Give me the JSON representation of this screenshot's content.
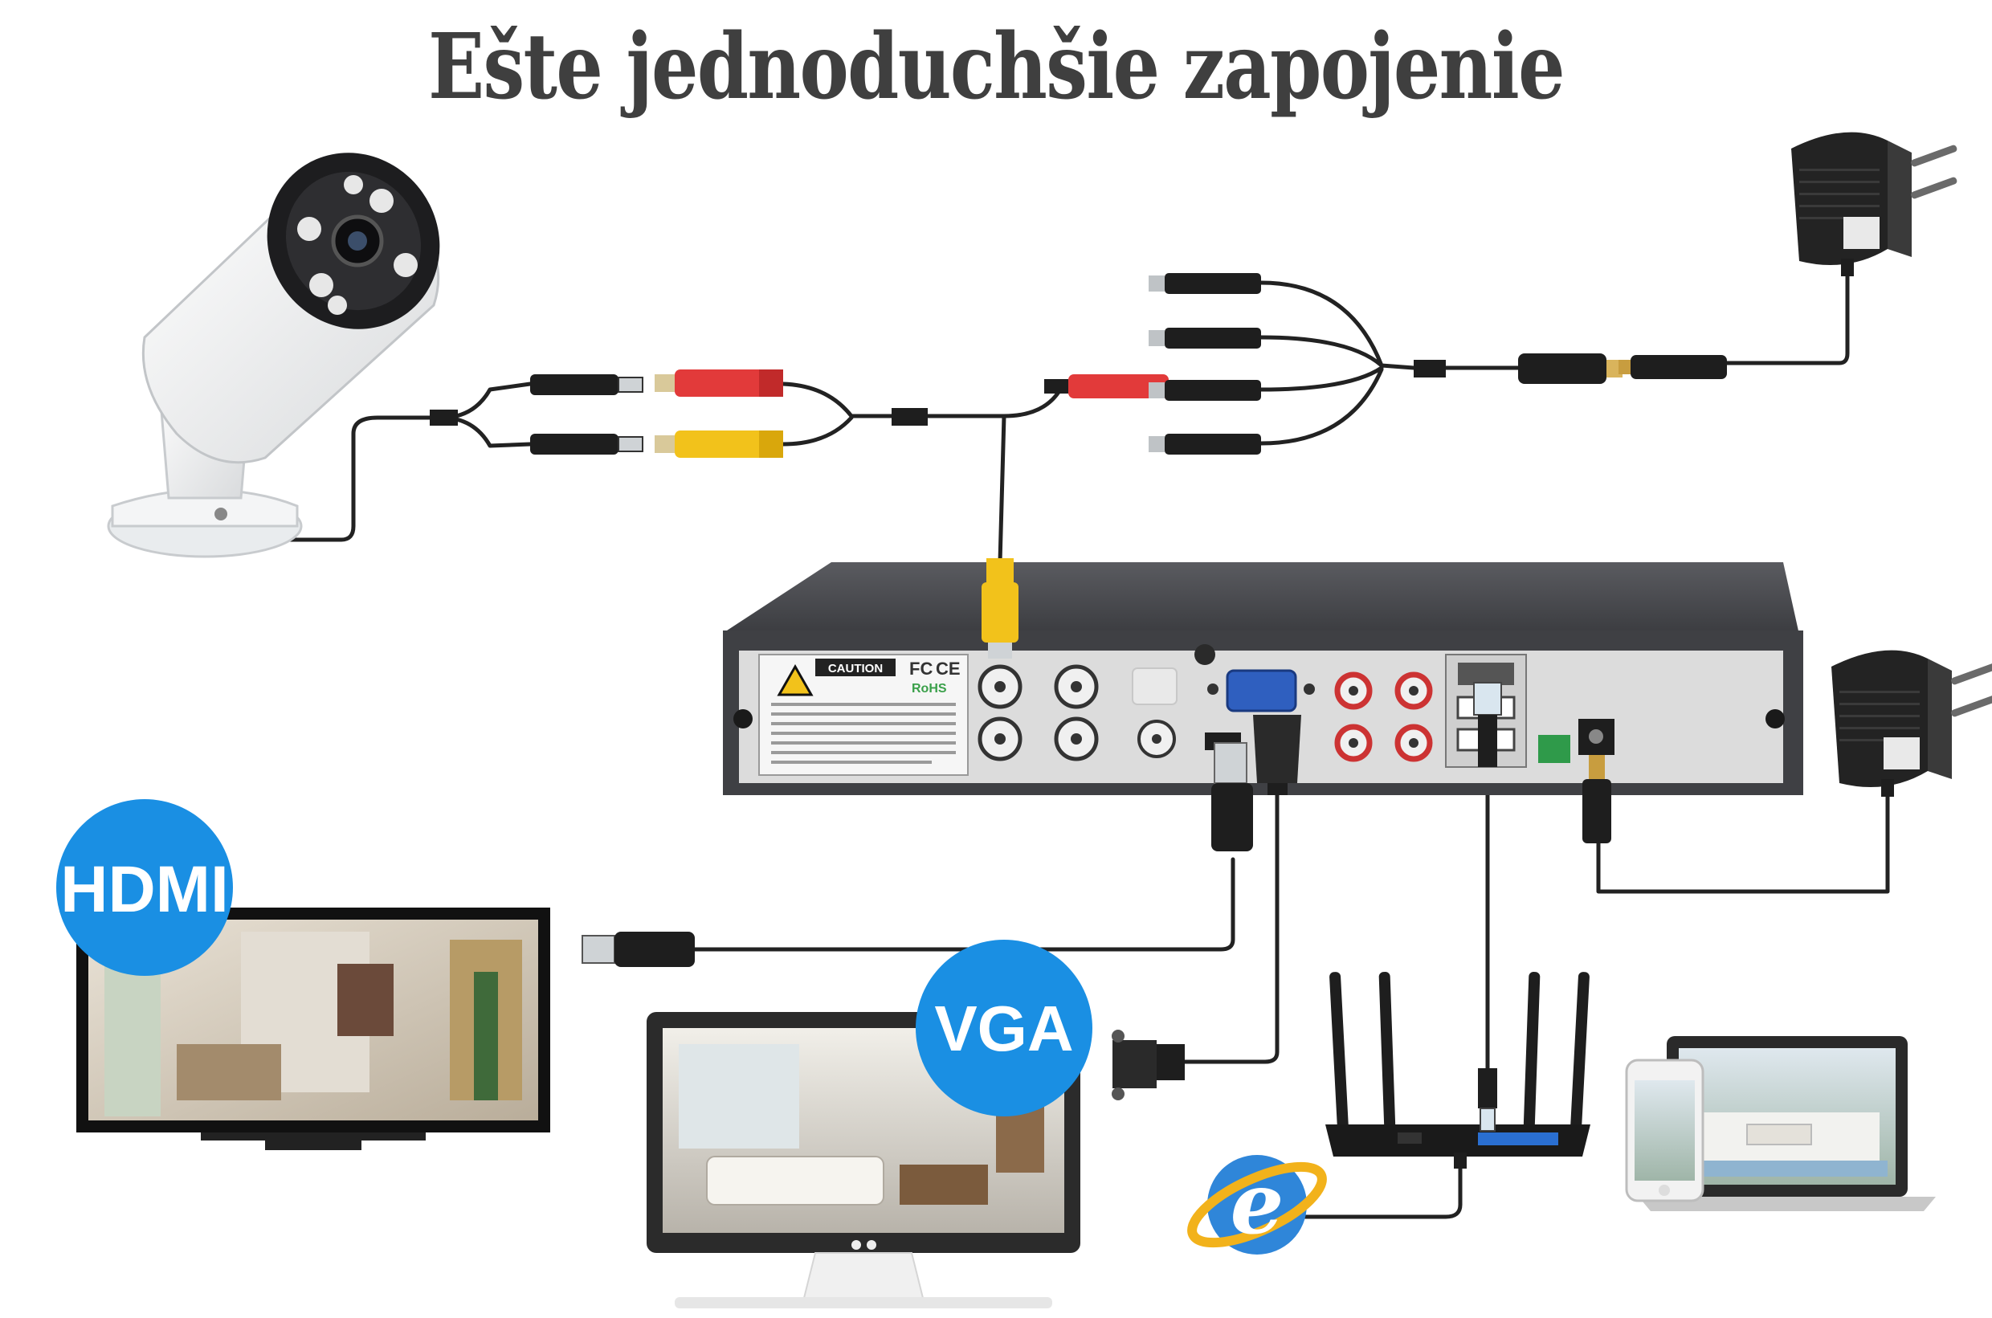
{
  "title": "Ešte jednoduchšie zapojenie",
  "badges": {
    "hdmi": "HDMI",
    "vga": "VGA"
  },
  "dvr_label": {
    "caution": "CAUTION",
    "fcc": "FC",
    "ce": "CE",
    "rohs": "RoHS"
  },
  "icons": [
    "camera-icon",
    "power-adapter-icon",
    "splitter-icon",
    "dvr-icon",
    "tv-icon",
    "monitor-icon",
    "router-icon",
    "internet-explorer-icon",
    "laptop-icon",
    "phone-icon"
  ],
  "colors": {
    "badge_blue": "#1a8fe3",
    "cable": "#222222",
    "rca_red": "#e23a3a",
    "rca_yellow": "#f2c21b",
    "dvr_body": "#4a4b4f",
    "dvr_panel": "#d9d9d9"
  }
}
